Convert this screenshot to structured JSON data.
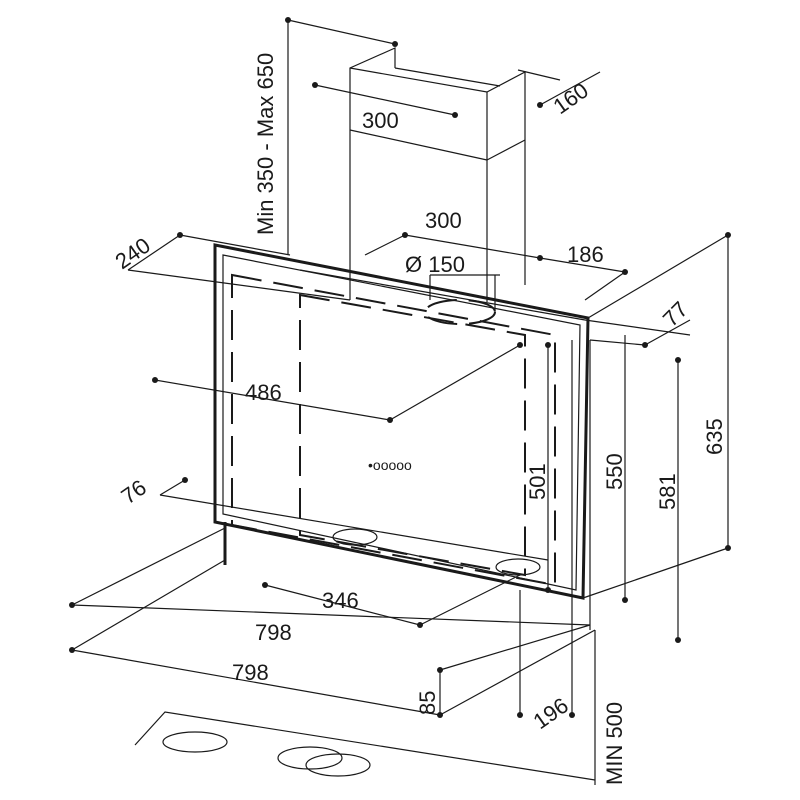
{
  "title": "Cooker hood dimensional drawing",
  "dimensions": {
    "chimney_height": "Min 350 - Max 650",
    "chimney_width": "300",
    "chimney_depth": "160",
    "flange_width": "300",
    "flange_offset": "186",
    "depth_top": "240",
    "duct_diameter": "Ø 150",
    "panel_offset": "77",
    "inner_width": "486",
    "inner_height": "501",
    "height_550": "550",
    "height_581": "581",
    "total_height": "635",
    "bottom_depth": "76",
    "base_width": "346",
    "width_1": "798",
    "width_2": "798",
    "base_height": "85",
    "projection": "196",
    "min_distance": "MIN 500"
  },
  "control_panel": "•ooooo"
}
